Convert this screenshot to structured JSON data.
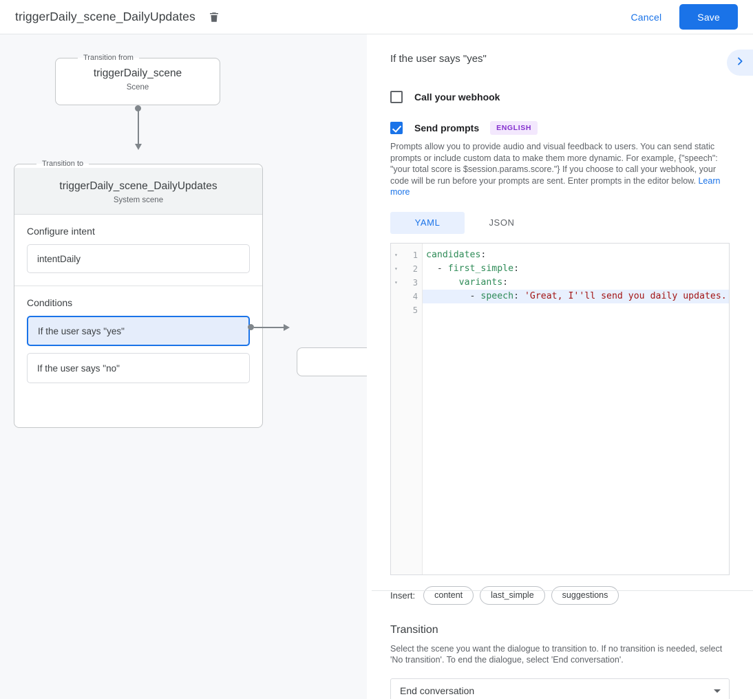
{
  "topbar": {
    "title": "triggerDaily_scene_DailyUpdates",
    "delete_icon": "trash-icon",
    "cancel_label": "Cancel",
    "save_label": "Save",
    "accent_color": "#1a73e8"
  },
  "canvas": {
    "from_node": {
      "legend": "Transition from",
      "title": "triggerDaily_scene",
      "subtitle": "Scene"
    },
    "to_node": {
      "legend": "Transition to",
      "title": "triggerDaily_scene_DailyUpdates",
      "subtitle": "System scene"
    },
    "intent_section": {
      "label": "Configure intent",
      "value": "intentDaily"
    },
    "conditions_section": {
      "label": "Conditions",
      "items": [
        {
          "label": "If the user says \"yes\"",
          "selected": true
        },
        {
          "label": "If the user says \"no\"",
          "selected": false
        }
      ]
    },
    "target_node": {
      "label": ""
    }
  },
  "right_panel": {
    "title": "If the user says \"yes\"",
    "collapse_icon": "chevron-right-icon",
    "webhook": {
      "label": "Call your webhook",
      "checked": false
    },
    "prompts": {
      "label": "Send prompts",
      "checked": true,
      "badge": "ENGLISH",
      "badge_bg": "#f3e8fd",
      "badge_color": "#8430ce",
      "help": "Prompts allow you to provide audio and visual feedback to users. You can send static prompts or include custom data to make them more dynamic. For example, {\"speech\": \"your total score is $session.params.score.\"} If you choose to call your webhook, your code will be run before your prompts are sent. Enter prompts in the editor below.",
      "help_link": "Learn more"
    },
    "editor": {
      "tabs": [
        {
          "label": "YAML",
          "active": true
        },
        {
          "label": "JSON",
          "active": false
        }
      ],
      "lines": [
        {
          "n": "1",
          "fold": true,
          "hl": false,
          "indent": "",
          "key": "candidates",
          "dash": "",
          "value": ""
        },
        {
          "n": "2",
          "fold": true,
          "hl": false,
          "indent": "  ",
          "key": "first_simple",
          "dash": "- ",
          "value": ""
        },
        {
          "n": "3",
          "fold": true,
          "hl": false,
          "indent": "      ",
          "key": "variants",
          "dash": "",
          "value": ""
        },
        {
          "n": "4",
          "fold": false,
          "hl": true,
          "indent": "        ",
          "key": "speech",
          "dash": "- ",
          "value": " 'Great, I''ll send you daily updates."
        },
        {
          "n": "5",
          "fold": false,
          "hl": false,
          "indent": "",
          "key": "",
          "dash": "",
          "value": ""
        }
      ],
      "insert_label": "Insert:",
      "insert_chips": [
        "content",
        "last_simple",
        "suggestions"
      ]
    },
    "transition": {
      "title": "Transition",
      "help": "Select the scene you want the dialogue to transition to. If no transition is needed, select 'No transition'. To end the dialogue, select 'End conversation'.",
      "selected": "End conversation",
      "caret_icon": "caret-down-icon"
    }
  }
}
